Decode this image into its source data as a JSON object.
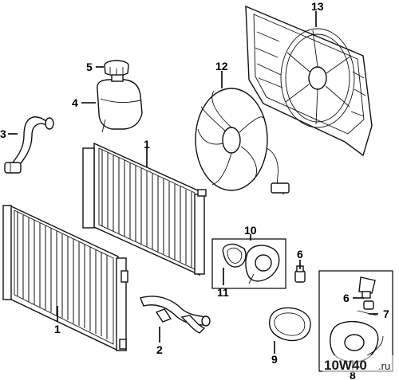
{
  "callouts": {
    "c1a": "1",
    "c1b": "1",
    "c2": "2",
    "c3": "3",
    "c4": "4",
    "c5": "5",
    "c6a": "6",
    "c6b": "6",
    "c7": "7",
    "c8": "8",
    "c9": "9",
    "c10": "10",
    "c11": "11",
    "c12": "12",
    "c13": "13"
  },
  "watermark": {
    "brand": "10W40",
    "suffix": ".ru"
  }
}
